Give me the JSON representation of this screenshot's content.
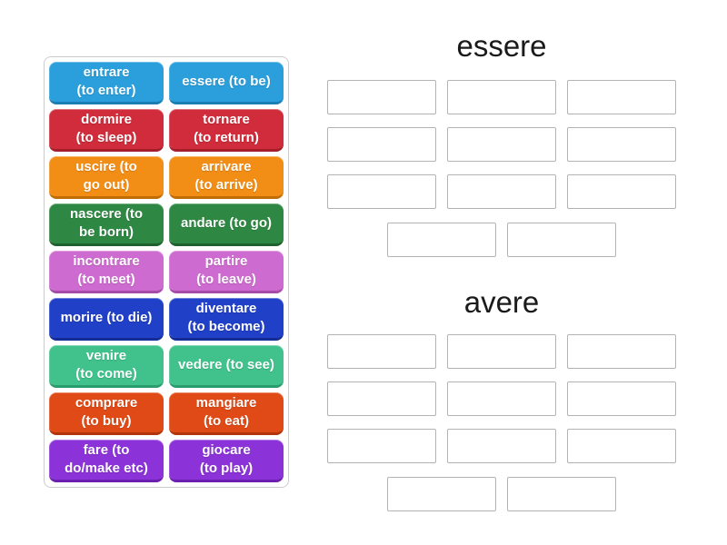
{
  "palette": {
    "blue": {
      "fill": "#2b9fdc",
      "shade": "#1a7db4"
    },
    "red": {
      "fill": "#d02c3b",
      "shade": "#a31d2b"
    },
    "orange": {
      "fill": "#f28d15",
      "shade": "#c26c04"
    },
    "green": {
      "fill": "#2e8843",
      "shade": "#1e612f"
    },
    "orchid": {
      "fill": "#ce6bd0",
      "shade": "#a64ba8"
    },
    "royal": {
      "fill": "#2140c8",
      "shade": "#142c96"
    },
    "mint": {
      "fill": "#41c28c",
      "shade": "#2b9c6d"
    },
    "vermilion": {
      "fill": "#e04a16",
      "shade": "#b0350a"
    },
    "purple": {
      "fill": "#8c32d9",
      "shade": "#6a1fae"
    }
  },
  "tiles": [
    {
      "label": "entrare\n(to enter)",
      "color": "blue"
    },
    {
      "label": "essere (to be)",
      "color": "blue"
    },
    {
      "label": "dormire\n(to sleep)",
      "color": "red"
    },
    {
      "label": "tornare\n(to return)",
      "color": "red"
    },
    {
      "label": "uscire (to\ngo out)",
      "color": "orange"
    },
    {
      "label": "arrivare\n(to arrive)",
      "color": "orange"
    },
    {
      "label": "nascere (to\nbe born)",
      "color": "green"
    },
    {
      "label": "andare (to go)",
      "color": "green"
    },
    {
      "label": "incontrare\n(to meet)",
      "color": "orchid"
    },
    {
      "label": "partire\n(to leave)",
      "color": "orchid"
    },
    {
      "label": "morire (to die)",
      "color": "royal"
    },
    {
      "label": "diventare\n(to become)",
      "color": "royal"
    },
    {
      "label": "venire\n(to come)",
      "color": "mint"
    },
    {
      "label": "vedere (to see)",
      "color": "mint"
    },
    {
      "label": "comprare\n(to buy)",
      "color": "vermilion"
    },
    {
      "label": "mangiare\n(to eat)",
      "color": "vermilion"
    },
    {
      "label": "fare (to\ndo/make etc)",
      "color": "purple"
    },
    {
      "label": "giocare\n(to play)",
      "color": "purple"
    }
  ],
  "groups": [
    {
      "title": "essere",
      "slot_count": 11
    },
    {
      "title": "avere",
      "slot_count": 11
    }
  ]
}
